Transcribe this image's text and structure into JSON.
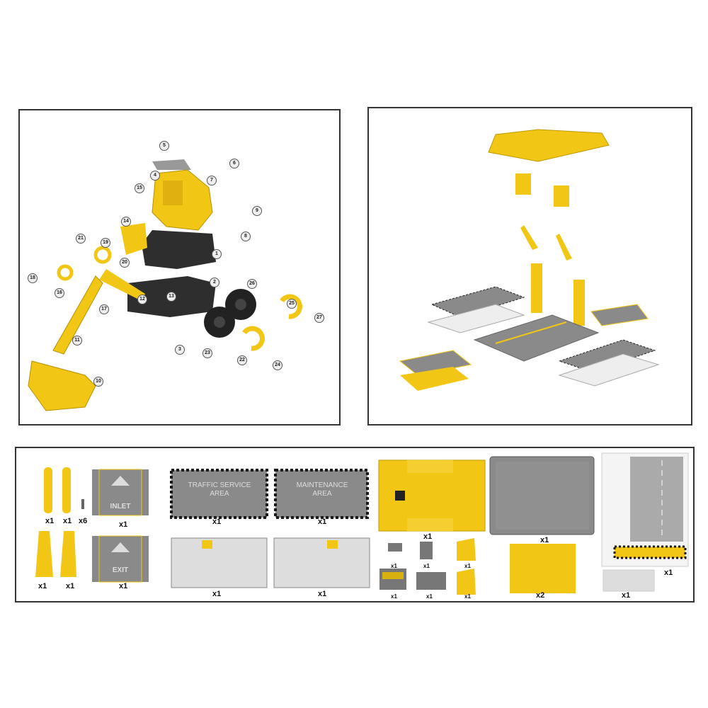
{
  "excavator_panel": {
    "callouts": [
      "1",
      "2",
      "3",
      "4",
      "5",
      "6",
      "7",
      "8",
      "9",
      "10",
      "11",
      "12",
      "13",
      "14",
      "15",
      "16",
      "17",
      "18",
      "19",
      "20",
      "21",
      "22",
      "23",
      "24",
      "25",
      "26",
      "27"
    ]
  },
  "parts_panel": {
    "inlet_label": "INLET",
    "exit_label": "EXIT",
    "traffic_service_label": "TRAFFIC SERVICE AREA",
    "maintenance_label": "MAINTENANCE AREA",
    "quantities": {
      "arm_a": "x1",
      "arm_b": "x1",
      "screws": "x6",
      "inlet": "x1",
      "leg_a": "x1",
      "leg_b": "x1",
      "exit": "x1",
      "traffic_sign": "x1",
      "maintenance_sign": "x1",
      "tray_a": "x1",
      "tray_b": "x1",
      "roof": "x1",
      "base": "x1",
      "sticker_sheet": "x1",
      "sticker_small": "x1",
      "billboard": "x1",
      "machine": "x1",
      "bracket_a": "x1",
      "kiosk": "x1",
      "block": "x1",
      "bracket_b": "x1",
      "ramp": "x2"
    }
  },
  "colors": {
    "yellow": "#f2c614",
    "dark": "#2e2e2e",
    "gray": "#8a8a8a",
    "stripe": "#1a1a1a"
  }
}
